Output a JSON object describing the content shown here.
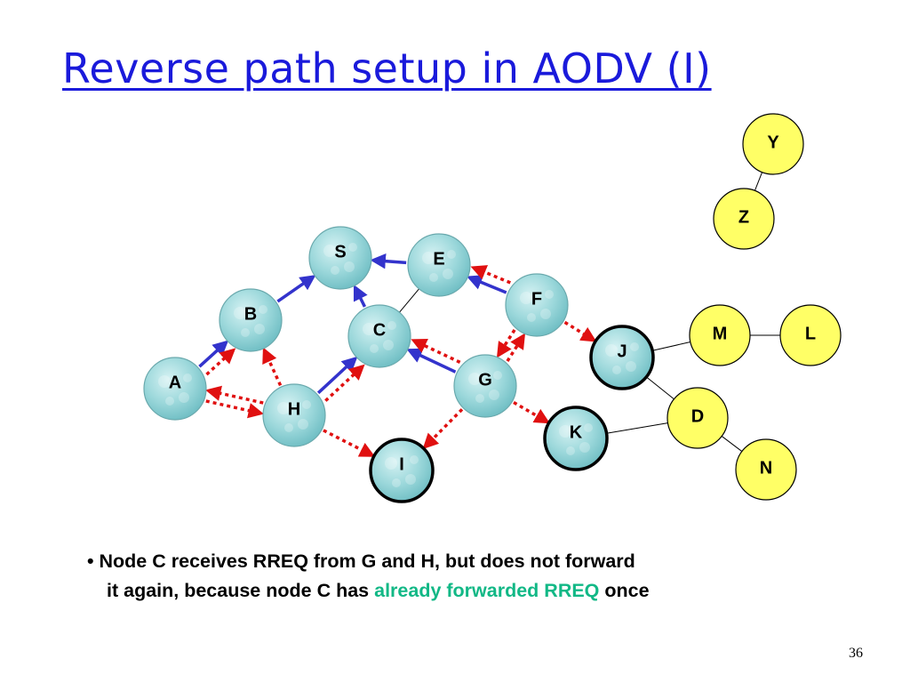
{
  "title": "Reverse path setup in AODV (I)",
  "bullet": {
    "marker": "•",
    "line1": "Node C receives RREQ from G and H, but does not forward",
    "line2_before": "it again, because node C has",
    "line2_highlight": "already forwarded RREQ",
    "line2_after": "once"
  },
  "page_number": "36",
  "colors": {
    "title": "#1a1adb",
    "reverse_path_arrow": "#3333cc",
    "rreq_arrow": "#e01010",
    "highlight": "#12b886",
    "yellow_node": "#ffff66",
    "teal_node": "#8fd3d6"
  },
  "nodes": [
    {
      "id": "S",
      "label": "S",
      "style": "teal"
    },
    {
      "id": "E",
      "label": "E",
      "style": "teal"
    },
    {
      "id": "B",
      "label": "B",
      "style": "teal"
    },
    {
      "id": "C",
      "label": "C",
      "style": "teal"
    },
    {
      "id": "F",
      "label": "F",
      "style": "teal"
    },
    {
      "id": "A",
      "label": "A",
      "style": "teal"
    },
    {
      "id": "H",
      "label": "H",
      "style": "teal"
    },
    {
      "id": "G",
      "label": "G",
      "style": "teal"
    },
    {
      "id": "J",
      "label": "J",
      "style": "teal-bold"
    },
    {
      "id": "K",
      "label": "K",
      "style": "teal-bold"
    },
    {
      "id": "I",
      "label": "I",
      "style": "teal-bold"
    },
    {
      "id": "Y",
      "label": "Y",
      "style": "yellow"
    },
    {
      "id": "Z",
      "label": "Z",
      "style": "yellow"
    },
    {
      "id": "M",
      "label": "M",
      "style": "yellow"
    },
    {
      "id": "L",
      "label": "L",
      "style": "yellow"
    },
    {
      "id": "D",
      "label": "D",
      "style": "yellow"
    },
    {
      "id": "N",
      "label": "N",
      "style": "yellow"
    }
  ],
  "links": [
    {
      "from": "Y",
      "to": "Z"
    },
    {
      "from": "E",
      "to": "C"
    },
    {
      "from": "J",
      "to": "M"
    },
    {
      "from": "M",
      "to": "L"
    },
    {
      "from": "J",
      "to": "D"
    },
    {
      "from": "K",
      "to": "D"
    },
    {
      "from": "D",
      "to": "N"
    }
  ],
  "reverse_path_arrows": [
    {
      "from": "B",
      "to": "S"
    },
    {
      "from": "E",
      "to": "S"
    },
    {
      "from": "C",
      "to": "S"
    },
    {
      "from": "F",
      "to": "E"
    },
    {
      "from": "A",
      "to": "B"
    },
    {
      "from": "H",
      "to": "C"
    },
    {
      "from": "G",
      "to": "C"
    }
  ],
  "rreq_arrows": [
    {
      "from": "A",
      "to": "B"
    },
    {
      "from": "A",
      "to": "H"
    },
    {
      "from": "H",
      "to": "A"
    },
    {
      "from": "H",
      "to": "B"
    },
    {
      "from": "H",
      "to": "C"
    },
    {
      "from": "H",
      "to": "I"
    },
    {
      "from": "F",
      "to": "E"
    },
    {
      "from": "F",
      "to": "J"
    },
    {
      "from": "F",
      "to": "G"
    },
    {
      "from": "G",
      "to": "F"
    },
    {
      "from": "G",
      "to": "C"
    },
    {
      "from": "G",
      "to": "I"
    },
    {
      "from": "G",
      "to": "K"
    }
  ]
}
